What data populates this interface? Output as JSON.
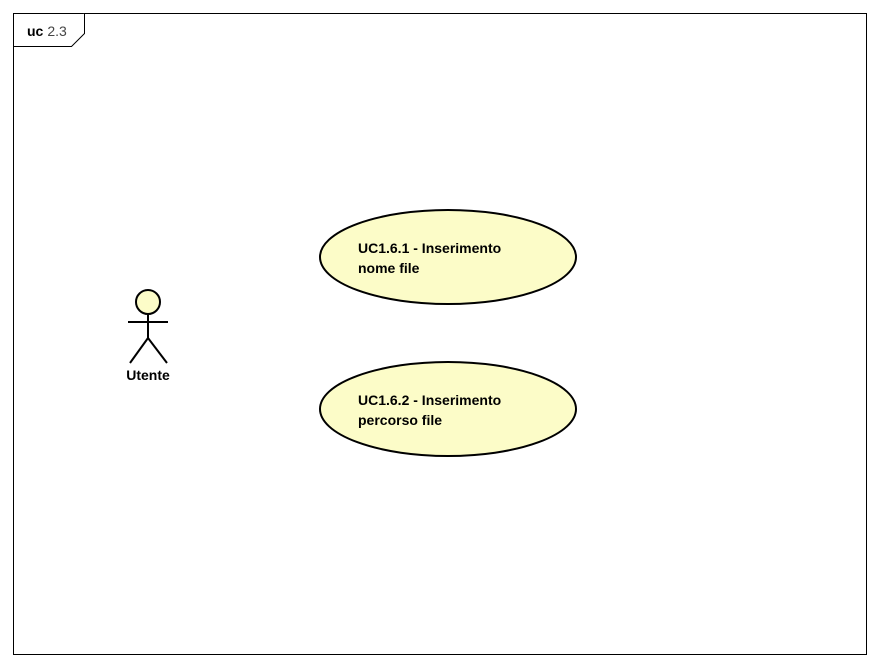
{
  "frame": {
    "keyword": "uc",
    "name": "2.3"
  },
  "actor": {
    "name": "Utente"
  },
  "use_cases": [
    {
      "line1": "UC1.6.1 - Inserimento",
      "line2": "nome file"
    },
    {
      "line1": "UC1.6.2 - Inserimento",
      "line2": "percorso file"
    }
  ],
  "colors": {
    "use_case_fill": "#fcfcc8",
    "actor_fill": "#fcfcc8",
    "stroke": "#000000"
  }
}
